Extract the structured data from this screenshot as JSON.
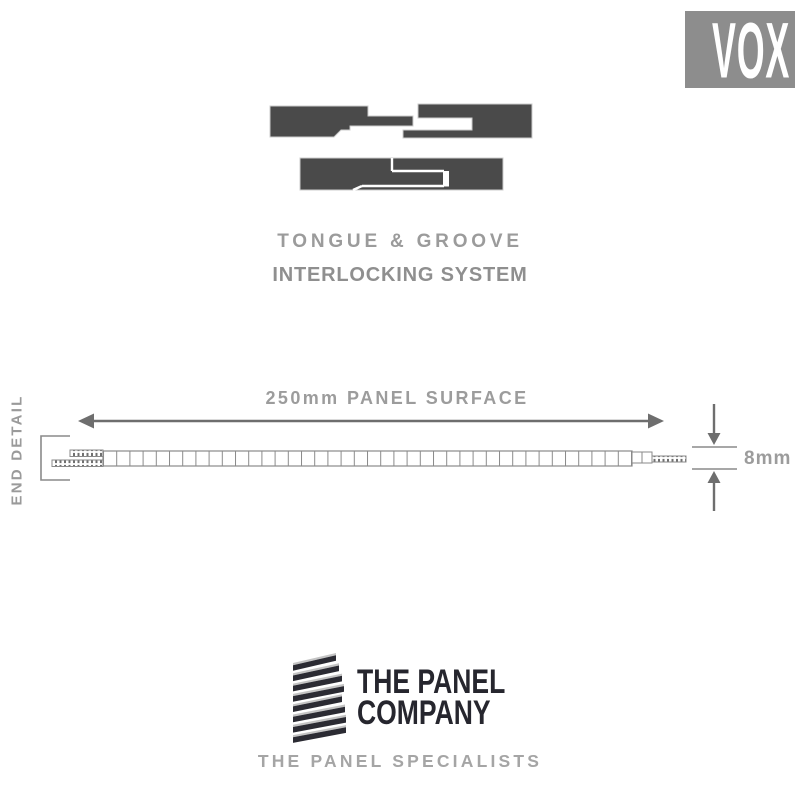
{
  "vox": {
    "label": "VOX"
  },
  "hero": {
    "title": "TONGUE & GROOVE",
    "subtitle": "INTERLOCKING SYSTEM"
  },
  "diagram": {
    "side_label": "END DETAIL",
    "width_label": "250mm PANEL SURFACE",
    "thickness_label": "8mm"
  },
  "footer": {
    "logo_line1": "THE PANEL",
    "logo_line2": "COMPANY",
    "tagline": "THE PANEL SPECIALISTS"
  },
  "colors": {
    "illustration_dark": "#4a4a4a",
    "heading_gray": "#9b9b9b",
    "subtitle_gray": "#8f8f8f",
    "arrow_gray": "#6e6e6e",
    "panel_line_gray": "#8a8a8a",
    "vox_box_gray": "#8d8d8d",
    "vox_text": "#ffffff",
    "company_logo_dark": "#26262e",
    "tagline_gray": "#a5a5a5"
  }
}
